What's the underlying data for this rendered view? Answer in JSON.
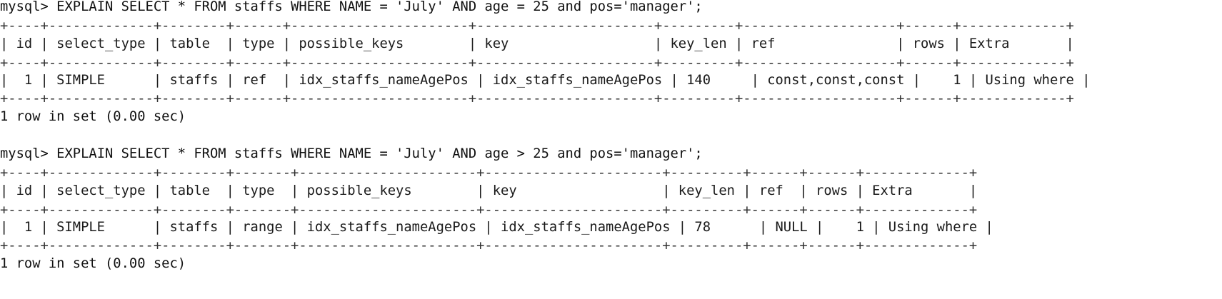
{
  "blocks": [
    {
      "prompt": "mysql>",
      "query": "EXPLAIN SELECT * FROM staffs WHERE NAME = 'July' AND age = 25 and pos='manager';",
      "border": "+----+-------------+--------+------+----------------------+----------------------+---------+-------------------+------+-------------+",
      "header": "| id | select_type | table  | type | possible_keys        | key                  | key_len | ref               | rows | Extra       |",
      "row": "|  1 | SIMPLE      | staffs | ref  | idx_staffs_nameAgePos | idx_staffs_nameAgePos | 140     | const,const,const |    1 | Using where |",
      "result": "1 row in set (0.00 sec)"
    },
    {
      "prompt": "mysql>",
      "query": "EXPLAIN SELECT * FROM staffs WHERE NAME = 'July' AND age > 25 and pos='manager';",
      "border": "+----+-------------+--------+-------+----------------------+----------------------+---------+------+------+-------------+",
      "header": "| id | select_type | table  | type  | possible_keys        | key                  | key_len | ref  | rows | Extra       |",
      "row": "|  1 | SIMPLE      | staffs | range | idx_staffs_nameAgePos | idx_staffs_nameAgePos | 78      | NULL |    1 | Using where |",
      "result": "1 row in set (0.00 sec)"
    }
  ]
}
